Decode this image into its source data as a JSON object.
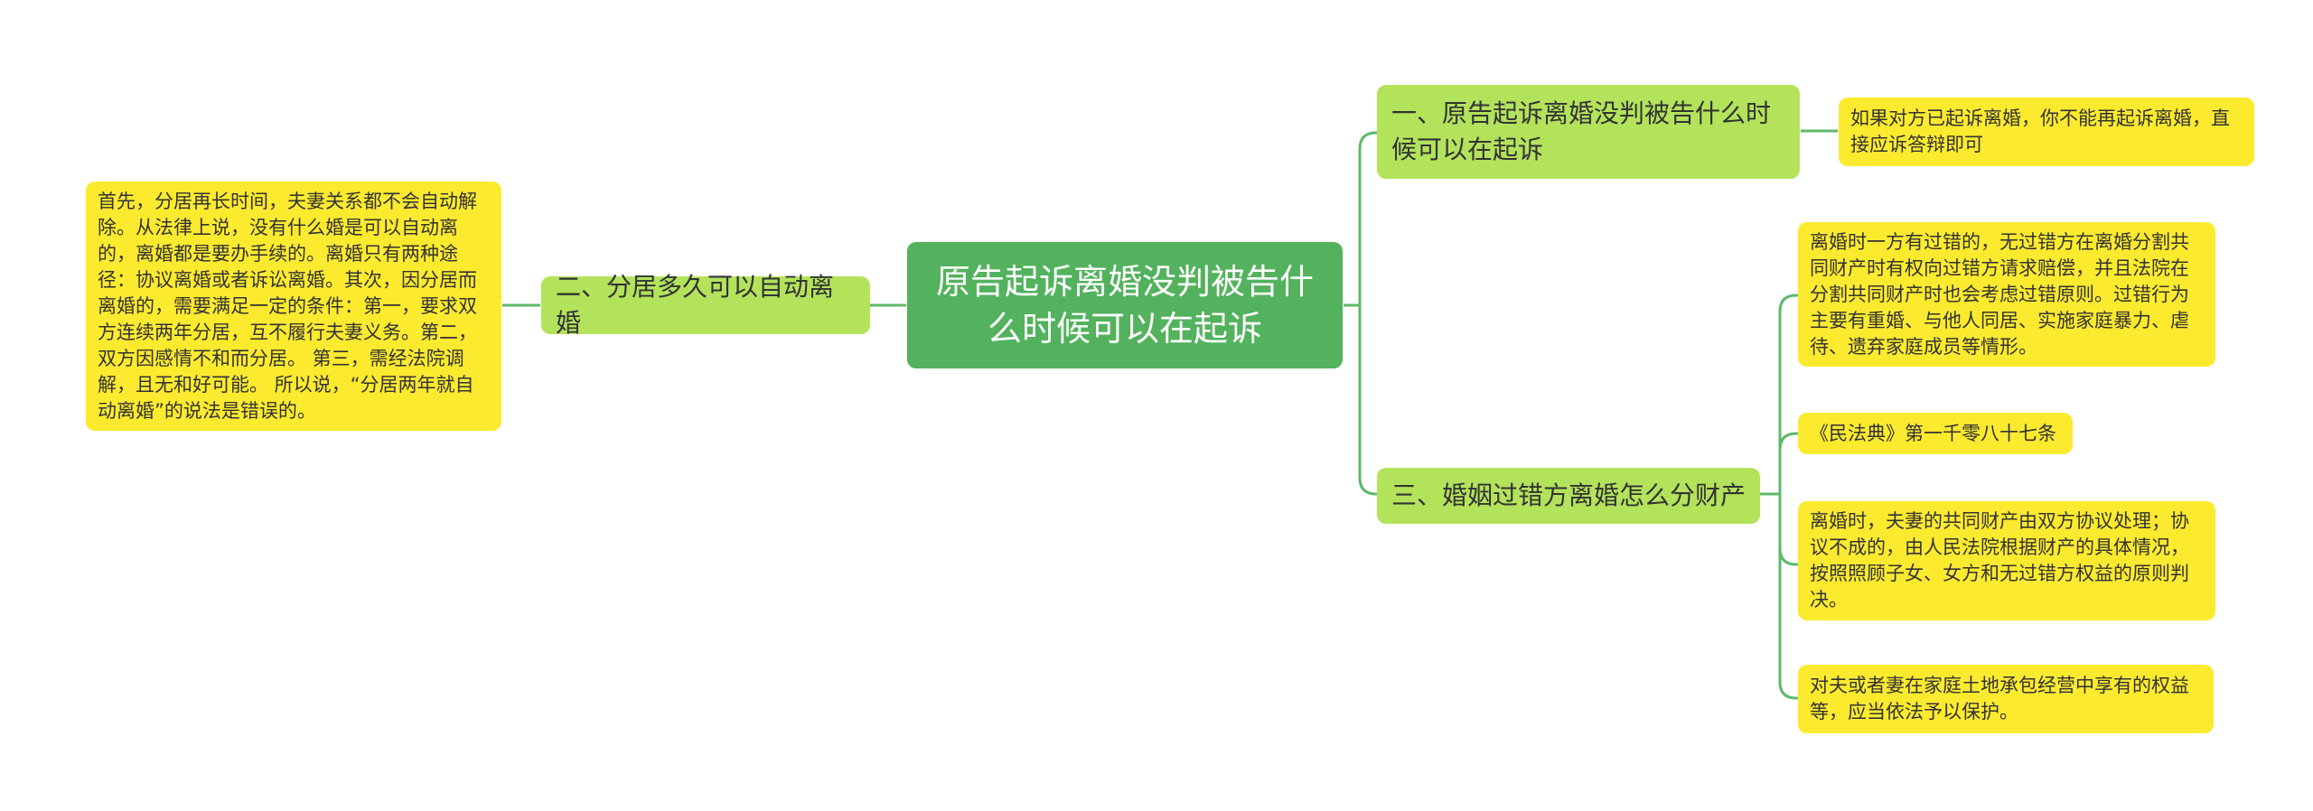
{
  "root": {
    "label": "原告起诉离婚没判被告什么时候可以在起诉"
  },
  "branches": [
    {
      "label": "一、原告起诉离婚没判被告什么时候可以在起诉",
      "children": [
        "如果对方已起诉离婚，你不能再起诉离婚，直接应诉答辩即可"
      ]
    },
    {
      "label": "二、分居多久可以自动离婚",
      "children": [
        "首先，分居再长时间，夫妻关系都不会自动解除。从法律上说，没有什么婚是可以自动离的，离婚都是要办手续的。离婚只有两种途径：协议离婚或者诉讼离婚。其次，因分居而离婚的，需要满足一定的条件：第一，要求双方连续两年分居，互不履行夫妻义务。第二，双方因感情不和而分居。 第三，需经法院调解，且无和好可能。 所以说，“分居两年就自动离婚”的说法是错误的。"
      ]
    },
    {
      "label": "三、婚姻过错方离婚怎么分财产",
      "children": [
        "离婚时一方有过错的，无过错方在离婚分割共同财产时有权向过错方请求赔偿，并且法院在分割共同财产时也会考虑过错原则。过错行为主要有重婚、与他人同居、实施家庭暴力、虐待、遗弃家庭成员等情形。",
        "《民法典》第一千零八十七条",
        "离婚时，夫妻的共同财产由双方协议处理；协议不成的，由人民法院根据财产的具体情况，按照照顾子女、女方和无过错方权益的原则判决。",
        "对夫或者妻在家庭土地承包经营中享有的权益等，应当依法予以保护。"
      ]
    }
  ],
  "colors": {
    "root_fill": "#53b25d",
    "branch_fill": "#b3e35b",
    "leaf_fill": "#fcea2f",
    "connector": "#5fb86a"
  }
}
